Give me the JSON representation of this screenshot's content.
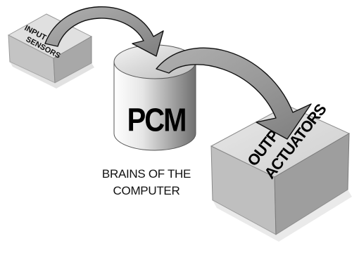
{
  "diagram": {
    "input_box": {
      "line1": "INPUT",
      "line2": "SENSORS"
    },
    "pcm": {
      "label": "PCM"
    },
    "caption": {
      "line1": "BRAINS OF THE",
      "line2": "COMPUTER"
    },
    "output_box": {
      "line1": "OUTPUT",
      "line2": "ACTUATORS"
    }
  }
}
